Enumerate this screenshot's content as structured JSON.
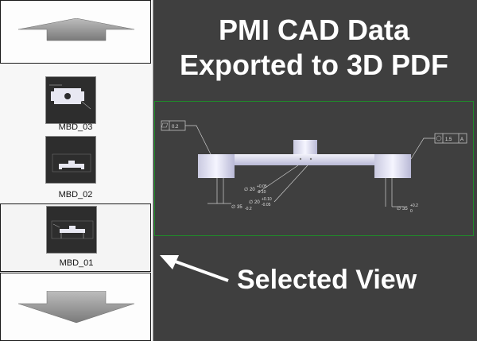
{
  "title": {
    "line1": "PMI CAD Data",
    "line2": "Exported to 3D PDF"
  },
  "thumbnails": [
    {
      "label": "MBD_03",
      "selected": false
    },
    {
      "label": "MBD_02",
      "selected": false
    },
    {
      "label": "MBD_01",
      "selected": true
    }
  ],
  "callout": "Selected View",
  "pmi": {
    "flatness": "0.2",
    "position": "1.5",
    "datum": "A",
    "dim_left_base": "35",
    "dim_left_tol": "-0.2",
    "dim_mid1_base": "20",
    "dim_mid1_plus": "+0.05",
    "dim_mid1_minus": "-0.10",
    "dim_mid2_base": "20",
    "dim_mid2_plus": "+0.10",
    "dim_mid2_minus": "-0.05",
    "dim_right_base": "35",
    "dim_right_plus": "+0.2",
    "dim_right_minus": "0"
  },
  "colors": {
    "background": "#3f3f3f",
    "viewport_border": "#1f8a2a",
    "part": "#d9d9ef"
  }
}
